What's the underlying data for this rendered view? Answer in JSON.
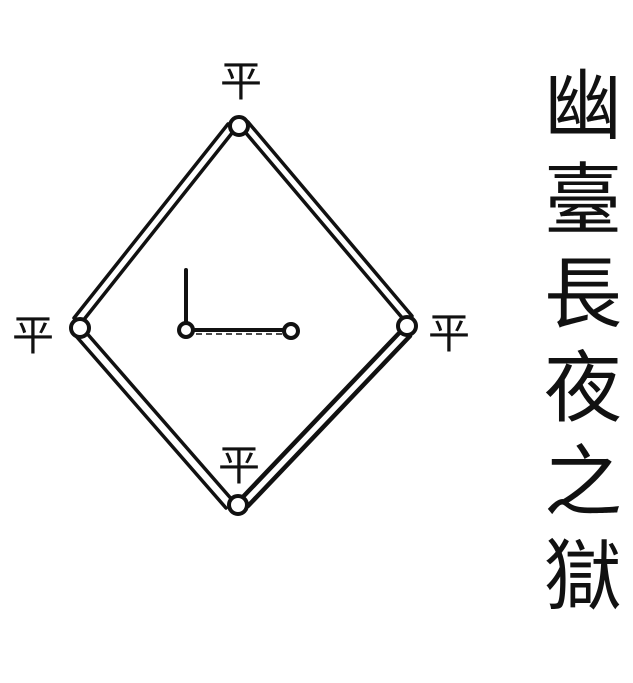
{
  "colors": {
    "ink": "#111111",
    "paper": "#ffffff"
  },
  "title_chars": [
    "幽",
    "臺",
    "長",
    "夜",
    "之",
    "獄"
  ],
  "nodes": {
    "top": {
      "label": "平"
    },
    "left": {
      "label": "平"
    },
    "right": {
      "label": "平"
    },
    "bottom": {
      "label": "平"
    }
  },
  "center_mark": {
    "symbol": "corner-hook"
  }
}
